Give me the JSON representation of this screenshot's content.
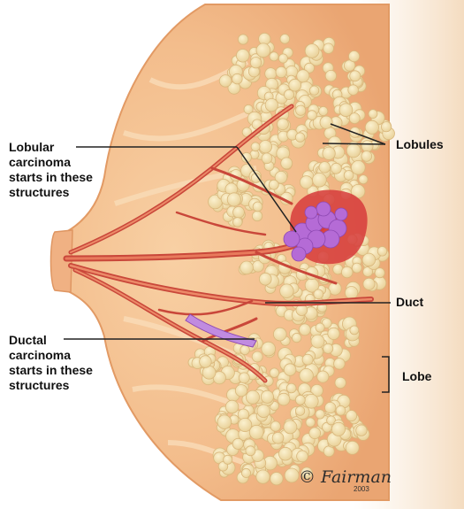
{
  "labels": {
    "lobular": [
      "Lobular",
      "carcinoma",
      "starts in these",
      "structures"
    ],
    "ductal": [
      "Ductal",
      "carcinoma",
      "starts in these",
      "structures"
    ],
    "lobules": "Lobules",
    "duct": "Duct",
    "lobe": "Lobe"
  },
  "signature": {
    "copyright": "©",
    "artist": "Fairman",
    "year": "2003"
  },
  "colors": {
    "skin": "#f6c79a",
    "skin_edge": "#e9a06a",
    "lobule": "#f3e0ac",
    "duct": "#c9473a",
    "tumor_lobular": "#b56bd6",
    "tumor_halo": "#d63b3b",
    "tumor_ductal": "#c08be0"
  }
}
